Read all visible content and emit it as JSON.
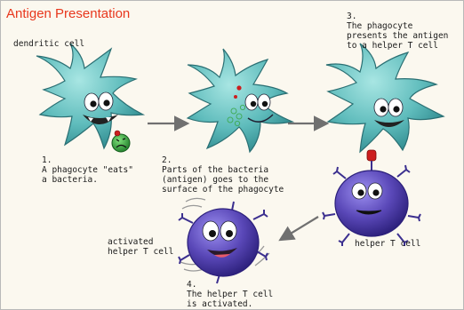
{
  "title": "Antigen Presentation",
  "labels": {
    "dendritic_cell": "dendritic cell",
    "helper_t_cell": "helper T cell",
    "activated_helper_t_cell": [
      "activated",
      "helper T cell"
    ]
  },
  "steps": [
    {
      "number": "1.",
      "lines": [
        "A phagocyte \"eats\"",
        "a bacteria."
      ]
    },
    {
      "number": "2.",
      "lines": [
        "Parts of the bacteria",
        "(antigen) goes to the",
        "surface of the phagocyte"
      ]
    },
    {
      "number": "3.",
      "lines": [
        "The phagocyte",
        "presents the antigen",
        "to a helper T cell"
      ]
    },
    {
      "number": "4.",
      "lines": [
        "The helper T cell",
        "is activated."
      ]
    }
  ],
  "colors": {
    "title": "#e8371d",
    "background": "#fbf8ef",
    "phagocyte": "#5fbcbc",
    "t_cell": "#5a48b8",
    "bacteria": "#2e9a3a",
    "antigen": "#cc1e1e",
    "arrow": "#707070"
  },
  "icons": [
    "dendritic-cell",
    "bacteria",
    "antigen-receptor",
    "helper-t-cell",
    "arrow-right",
    "arrow-down-left"
  ]
}
